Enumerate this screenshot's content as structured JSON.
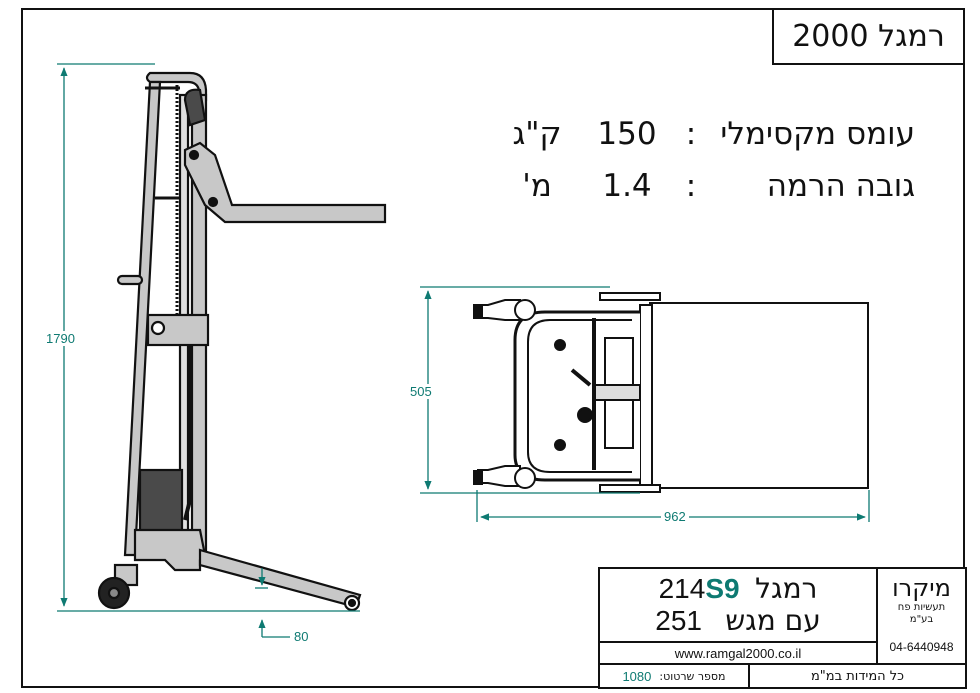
{
  "title": "רמגל 2000",
  "specs": [
    {
      "label": "עומס מקסימלי",
      "colon": ":",
      "value": "150",
      "unit": "ק\"ג"
    },
    {
      "label": "גובה הרמה",
      "colon": ":",
      "value": "1.4",
      "unit": "מ'"
    }
  ],
  "dimensions": {
    "height": "1790",
    "ground_clearance": "80",
    "width": "505",
    "length": "962"
  },
  "title_block": {
    "model_prefix": "רמגל",
    "model_number": "214",
    "model_suffix": "S9",
    "variant_label": "עם מגש",
    "variant_number": "251",
    "company_name": "מיקרו",
    "company_sub1": "תעשיות פח",
    "company_sub2": "בע\"מ",
    "website": "www.ramgal2000.co.il",
    "phone": "04-6440948",
    "drawing_number_label": "מספר שרטוט:",
    "drawing_number": "1080",
    "units_note": "כל המידות במ\"מ"
  },
  "colors": {
    "dimension": "#0e7a72",
    "metal": "#c8c8c8",
    "dark_part": "#4a4a4a",
    "line": "#111111"
  }
}
